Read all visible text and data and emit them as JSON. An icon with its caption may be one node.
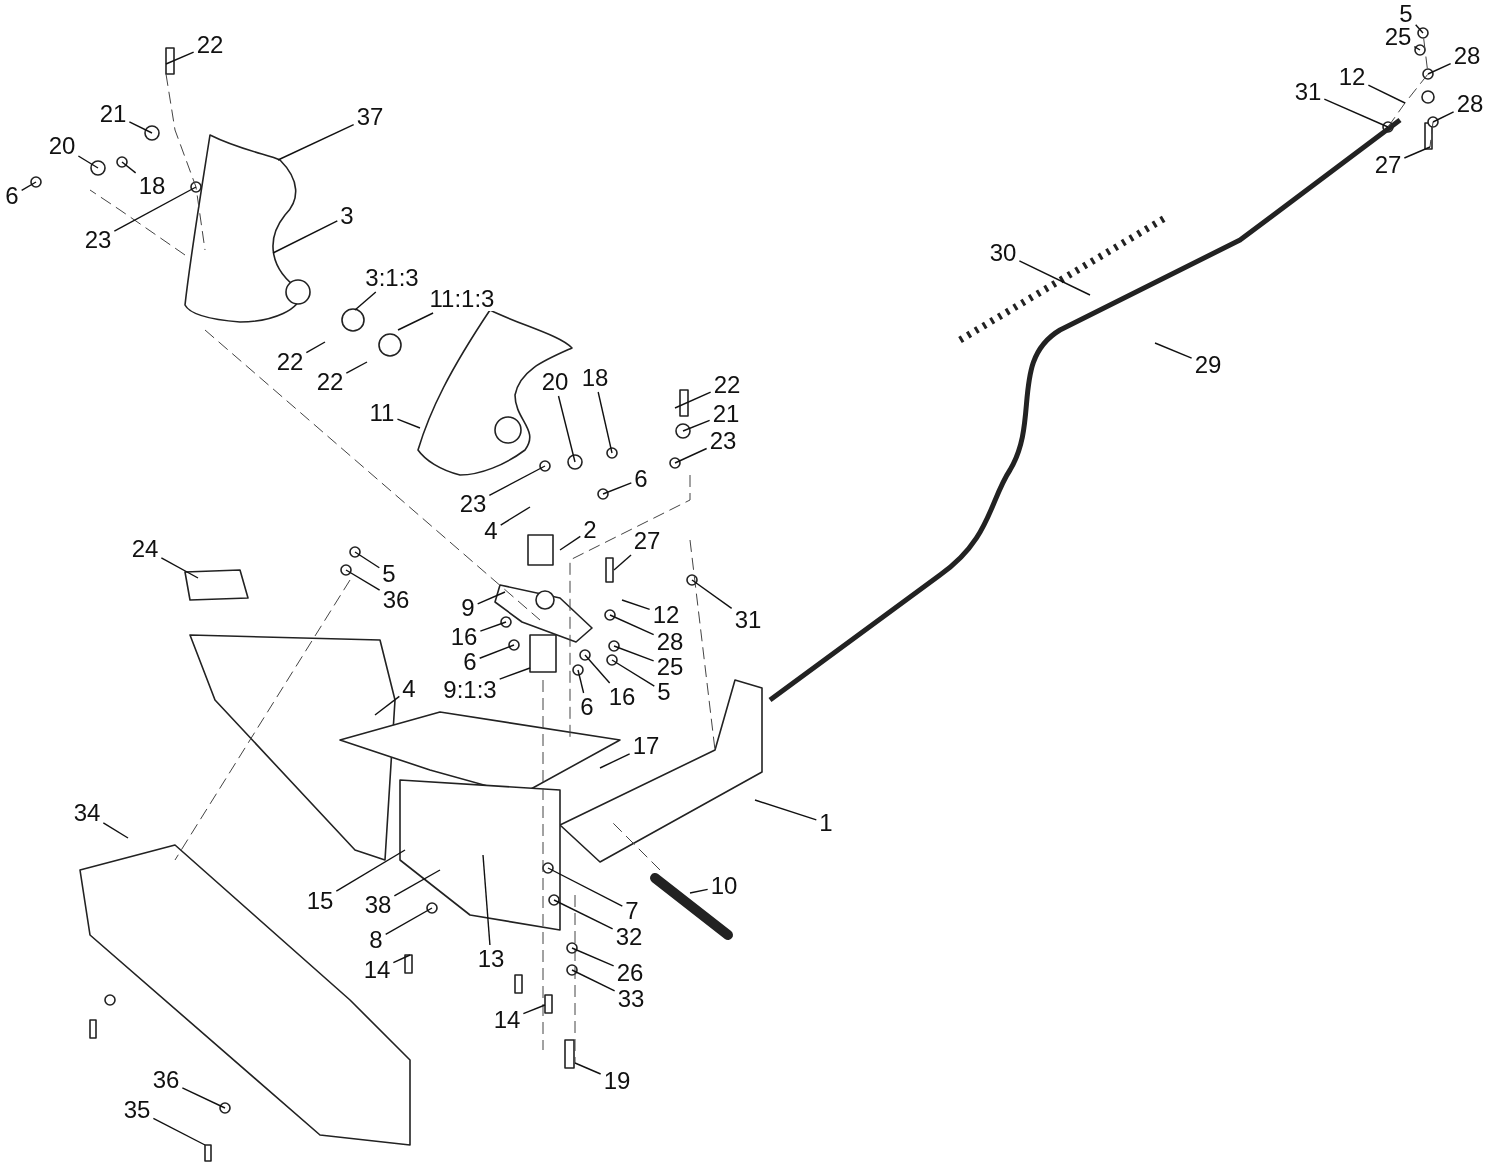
{
  "diagram": {
    "nodes": [
      {
        "text": [
          "22"
        ]
      },
      {
        "text": [
          "21"
        ]
      },
      {
        "text": [
          "37"
        ]
      },
      {
        "text": [
          "20"
        ]
      },
      {
        "text": [
          "6"
        ]
      },
      {
        "text": [
          "18"
        ]
      },
      {
        "text": [
          "23"
        ]
      },
      {
        "text": [
          "3"
        ]
      },
      {
        "text": [
          "3:1:3"
        ]
      },
      {
        "text": [
          "11:1:3"
        ]
      },
      {
        "text": [
          "22"
        ]
      },
      {
        "text": [
          "22"
        ]
      },
      {
        "text": [
          "11"
        ]
      },
      {
        "text": [
          "20"
        ]
      },
      {
        "text": [
          "18"
        ]
      },
      {
        "text": [
          "22"
        ]
      },
      {
        "text": [
          "21"
        ]
      },
      {
        "text": [
          "23"
        ]
      },
      {
        "text": [
          "23"
        ]
      },
      {
        "text": [
          "6"
        ]
      },
      {
        "text": [
          "4"
        ]
      },
      {
        "text": [
          "2"
        ]
      },
      {
        "text": [
          "27"
        ]
      },
      {
        "text": [
          "31"
        ]
      },
      {
        "text": [
          "24"
        ]
      },
      {
        "text": [
          "5"
        ]
      },
      {
        "text": [
          "36"
        ]
      },
      {
        "text": [
          "9"
        ]
      },
      {
        "text": [
          "12"
        ]
      },
      {
        "text": [
          "16"
        ]
      },
      {
        "text": [
          "28"
        ]
      },
      {
        "text": [
          "6"
        ]
      },
      {
        "text": [
          "25"
        ]
      },
      {
        "text": [
          "9:1:3"
        ]
      },
      {
        "text": [
          "5"
        ]
      },
      {
        "text": [
          "16"
        ]
      },
      {
        "text": [
          "6"
        ]
      },
      {
        "text": [
          "4"
        ]
      },
      {
        "text": [
          "17"
        ]
      },
      {
        "text": [
          "34"
        ]
      },
      {
        "text": [
          "1"
        ]
      },
      {
        "text": [
          "15"
        ]
      },
      {
        "text": [
          "38"
        ]
      },
      {
        "text": [
          "10"
        ]
      },
      {
        "text": [
          "7"
        ]
      },
      {
        "text": [
          "32"
        ]
      },
      {
        "text": [
          "8"
        ]
      },
      {
        "text": [
          "13"
        ]
      },
      {
        "text": [
          "14"
        ]
      },
      {
        "text": [
          "26"
        ]
      },
      {
        "text": [
          "33"
        ]
      },
      {
        "text": [
          "14"
        ]
      },
      {
        "text": [
          "19"
        ]
      },
      {
        "text": [
          "36"
        ]
      },
      {
        "text": [
          "35"
        ]
      },
      {
        "text": [
          "5"
        ]
      },
      {
        "text": [
          "25"
        ]
      },
      {
        "text": [
          "28"
        ]
      },
      {
        "text": [
          "12"
        ]
      },
      {
        "text": [
          "31"
        ]
      },
      {
        "text": [
          "28"
        ]
      },
      {
        "text": [
          "27"
        ]
      },
      {
        "text": [
          "30"
        ]
      },
      {
        "text": [
          "29"
        ]
      }
    ],
    "edges": [
      {
        "from": 0,
        "to": null,
        "arrow": "none"
      },
      {
        "from": 1,
        "to": null,
        "arrow": "none"
      },
      {
        "from": 2,
        "to": null,
        "arrow": "none"
      },
      {
        "from": 3,
        "to": null,
        "arrow": "none"
      },
      {
        "from": 4,
        "to": null,
        "arrow": "none"
      },
      {
        "from": 5,
        "to": null,
        "arrow": "none"
      },
      {
        "from": 6,
        "to": null,
        "arrow": "none"
      },
      {
        "from": 7,
        "to": null,
        "arrow": "none"
      },
      {
        "from": 8,
        "to": null,
        "arrow": "none"
      },
      {
        "from": 9,
        "to": null,
        "arrow": "none"
      },
      {
        "from": 10,
        "to": null,
        "arrow": "none"
      },
      {
        "from": 11,
        "to": null,
        "arrow": "none"
      },
      {
        "from": 12,
        "to": null,
        "arrow": "none"
      },
      {
        "from": 13,
        "to": null,
        "arrow": "none"
      },
      {
        "from": 14,
        "to": null,
        "arrow": "none"
      },
      {
        "from": 15,
        "to": null,
        "arrow": "none"
      },
      {
        "from": 16,
        "to": null,
        "arrow": "none"
      },
      {
        "from": 17,
        "to": null,
        "arrow": "none"
      },
      {
        "from": 18,
        "to": null,
        "arrow": "none"
      },
      {
        "from": 19,
        "to": null,
        "arrow": "none"
      },
      {
        "from": 20,
        "to": null,
        "arrow": "none"
      },
      {
        "from": 21,
        "to": null,
        "arrow": "none"
      },
      {
        "from": 22,
        "to": null,
        "arrow": "none"
      },
      {
        "from": 23,
        "to": null,
        "arrow": "none"
      },
      {
        "from": 24,
        "to": null,
        "arrow": "none"
      },
      {
        "from": 25,
        "to": null,
        "arrow": "none"
      },
      {
        "from": 26,
        "to": null,
        "arrow": "none"
      },
      {
        "from": 27,
        "to": null,
        "arrow": "none"
      },
      {
        "from": 28,
        "to": null,
        "arrow": "none"
      },
      {
        "from": 29,
        "to": null,
        "arrow": "none"
      },
      {
        "from": 30,
        "to": null,
        "arrow": "none"
      },
      {
        "from": 31,
        "to": null,
        "arrow": "none"
      },
      {
        "from": 32,
        "to": null,
        "arrow": "none"
      },
      {
        "from": 33,
        "to": null,
        "arrow": "none"
      },
      {
        "from": 34,
        "to": null,
        "arrow": "none"
      },
      {
        "from": 35,
        "to": null,
        "arrow": "none"
      },
      {
        "from": 36,
        "to": null,
        "arrow": "none"
      },
      {
        "from": 37,
        "to": null,
        "arrow": "none"
      },
      {
        "from": 38,
        "to": null,
        "arrow": "none"
      },
      {
        "from": 39,
        "to": null,
        "arrow": "none"
      },
      {
        "from": 40,
        "to": null,
        "arrow": "none"
      },
      {
        "from": 41,
        "to": null,
        "arrow": "none"
      },
      {
        "from": 42,
        "to": null,
        "arrow": "none"
      },
      {
        "from": 43,
        "to": null,
        "arrow": "none"
      },
      {
        "from": 44,
        "to": null,
        "arrow": "none"
      },
      {
        "from": 45,
        "to": null,
        "arrow": "none"
      },
      {
        "from": 46,
        "to": null,
        "arrow": "none"
      },
      {
        "from": 47,
        "to": null,
        "arrow": "none"
      },
      {
        "from": 48,
        "to": null,
        "arrow": "none"
      },
      {
        "from": 49,
        "to": null,
        "arrow": "none"
      },
      {
        "from": 50,
        "to": null,
        "arrow": "none"
      },
      {
        "from": 51,
        "to": null,
        "arrow": "none"
      },
      {
        "from": 52,
        "to": null,
        "arrow": "none"
      },
      {
        "from": 53,
        "to": null,
        "arrow": "none"
      },
      {
        "from": 54,
        "to": null,
        "arrow": "none"
      },
      {
        "from": 55,
        "to": null,
        "arrow": "none"
      },
      {
        "from": 56,
        "to": null,
        "arrow": "none"
      },
      {
        "from": 57,
        "to": null,
        "arrow": "none"
      },
      {
        "from": 58,
        "to": null,
        "arrow": "none"
      },
      {
        "from": 59,
        "to": null,
        "arrow": "none"
      },
      {
        "from": 60,
        "to": null,
        "arrow": "none"
      },
      {
        "from": 61,
        "to": null,
        "arrow": "none"
      },
      {
        "from": 62,
        "to": null,
        "arrow": "none"
      },
      {
        "from": 63,
        "to": null,
        "arrow": "none"
      }
    ]
  }
}
